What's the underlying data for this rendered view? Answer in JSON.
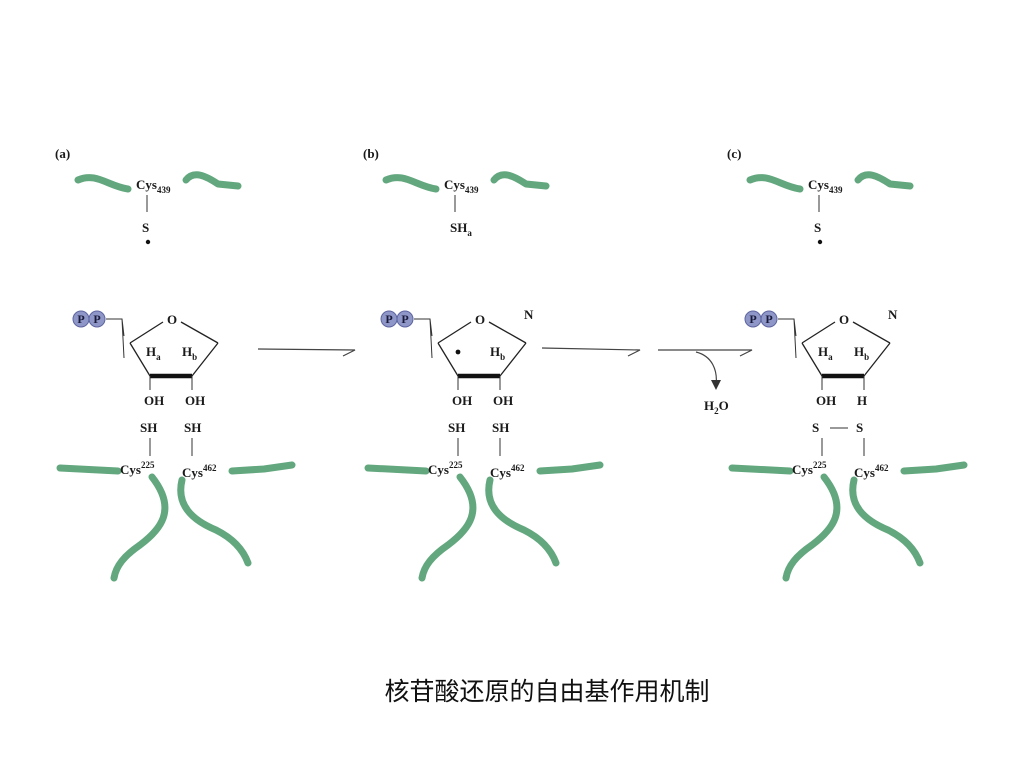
{
  "caption": "核苷酸还原的自由基作用机制",
  "panels": [
    {
      "label": "(a)",
      "top_residue": {
        "name": "Cys",
        "num": "439"
      },
      "top_group": "S",
      "top_radical_dot": true,
      "top_group_sub": "",
      "pp": [
        "P",
        "P"
      ],
      "ring_o": "O",
      "base": "",
      "ring_left_label": {
        "main": "H",
        "sub": "a"
      },
      "ring_left_radical": false,
      "ring_right_label": {
        "main": "H",
        "sub": "b"
      },
      "below_left": "OH",
      "below_right": "OH",
      "sulfur_left": "SH",
      "sulfur_right": "SH",
      "disulfide": false,
      "bottom_left": {
        "name": "Cys",
        "num": "225"
      },
      "bottom_right": {
        "name": "Cys",
        "num": "462"
      }
    },
    {
      "label": "(b)",
      "top_residue": {
        "name": "Cys",
        "num": "439"
      },
      "top_group": "SH",
      "top_radical_dot": false,
      "top_group_sub": "a",
      "pp": [
        "P",
        "P"
      ],
      "ring_o": "O",
      "base": "N",
      "ring_left_label": {
        "main": "",
        "sub": ""
      },
      "ring_left_radical": true,
      "ring_right_label": {
        "main": "H",
        "sub": "b"
      },
      "below_left": "OH",
      "below_right": "OH",
      "sulfur_left": "SH",
      "sulfur_right": "SH",
      "disulfide": false,
      "bottom_left": {
        "name": "Cys",
        "num": "225"
      },
      "bottom_right": {
        "name": "Cys",
        "num": "462"
      }
    },
    {
      "label": "(c)",
      "top_residue": {
        "name": "Cys",
        "num": "439"
      },
      "top_group": "S",
      "top_radical_dot": true,
      "top_group_sub": "",
      "pp": [
        "P",
        "P"
      ],
      "ring_o": "O",
      "base": "N",
      "ring_left_label": {
        "main": "H",
        "sub": "a"
      },
      "ring_left_radical": false,
      "ring_right_label": {
        "main": "H",
        "sub": "b"
      },
      "below_left": "OH",
      "below_right": "H",
      "sulfur_left": "S",
      "sulfur_right": "S",
      "disulfide": true,
      "bottom_left": {
        "name": "Cys",
        "num": "225"
      },
      "bottom_right": {
        "name": "Cys",
        "num": "462"
      }
    }
  ],
  "water": {
    "main": "H",
    "sub": "2",
    "tail": "O"
  },
  "colors": {
    "protein": "#62a77e",
    "phosphate": "#8f97c8",
    "text": "#1a1a1a"
  }
}
